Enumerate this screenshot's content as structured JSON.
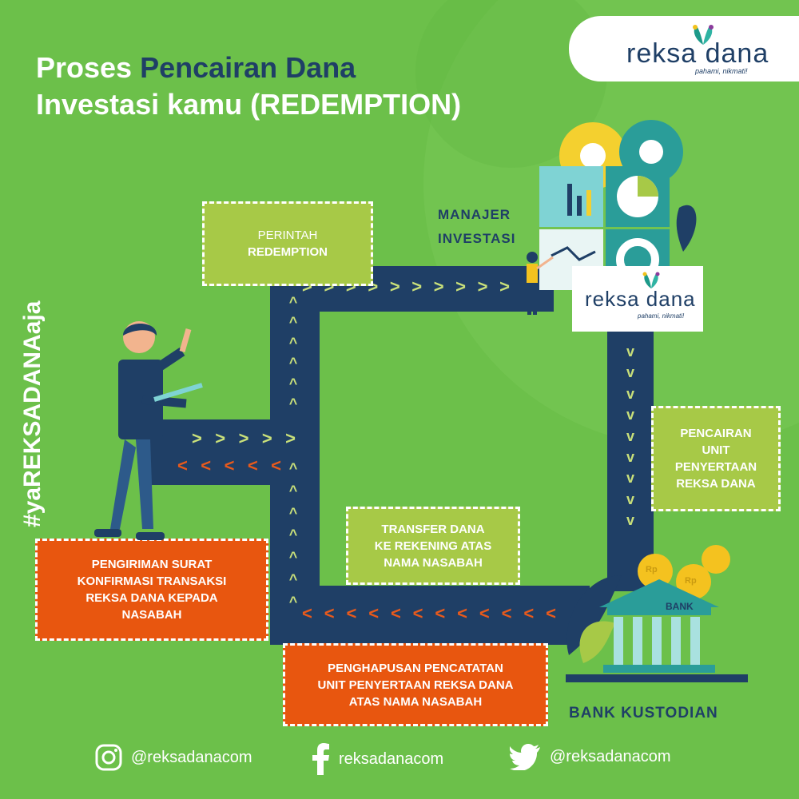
{
  "title": {
    "line1_a": "Proses ",
    "line1_b": "Pencairan Dana",
    "line2": "Investasi kamu (REDEMPTION)"
  },
  "logo": {
    "brand": "reksa dana",
    "tagline": "pahami, nikmati!"
  },
  "hashtag": "#yaREKSADANAaja",
  "labels": {
    "manajer": [
      "MANAJER",
      "INVESTASI"
    ],
    "bank_sign": "BANK",
    "bank_kustodian": "BANK KUSTODIAN",
    "coin": "Rp"
  },
  "steps": {
    "perintah": [
      "PERINTAH",
      "REDEMPTION"
    ],
    "pencairan": [
      "PENCAIRAN",
      "UNIT",
      "PENYERTAAN",
      "REKSA DANA"
    ],
    "transfer": [
      "TRANSFER DANA",
      "KE REKENING ATAS",
      "NAMA NASABAH"
    ],
    "pengiriman": [
      "PENGIRIMAN SURAT",
      "KONFIRMASI TRANSAKSI",
      "REKSA DANA KEPADA",
      "NASABAH"
    ],
    "penghapusan": [
      "PENGHAPUSAN PENCATATAN",
      "UNIT PENYERTAAN REKSA DANA",
      "ATAS NAMA NASABAH"
    ]
  },
  "footer": {
    "instagram": "@reksadanacom",
    "facebook": "reksadanacom",
    "twitter": "@reksadanacom"
  },
  "colors": {
    "background": "#6cc04a",
    "navy": "#1f3f66",
    "lime": "#a7c947",
    "orange": "#e8560f",
    "arrow": "#c9e07a"
  }
}
